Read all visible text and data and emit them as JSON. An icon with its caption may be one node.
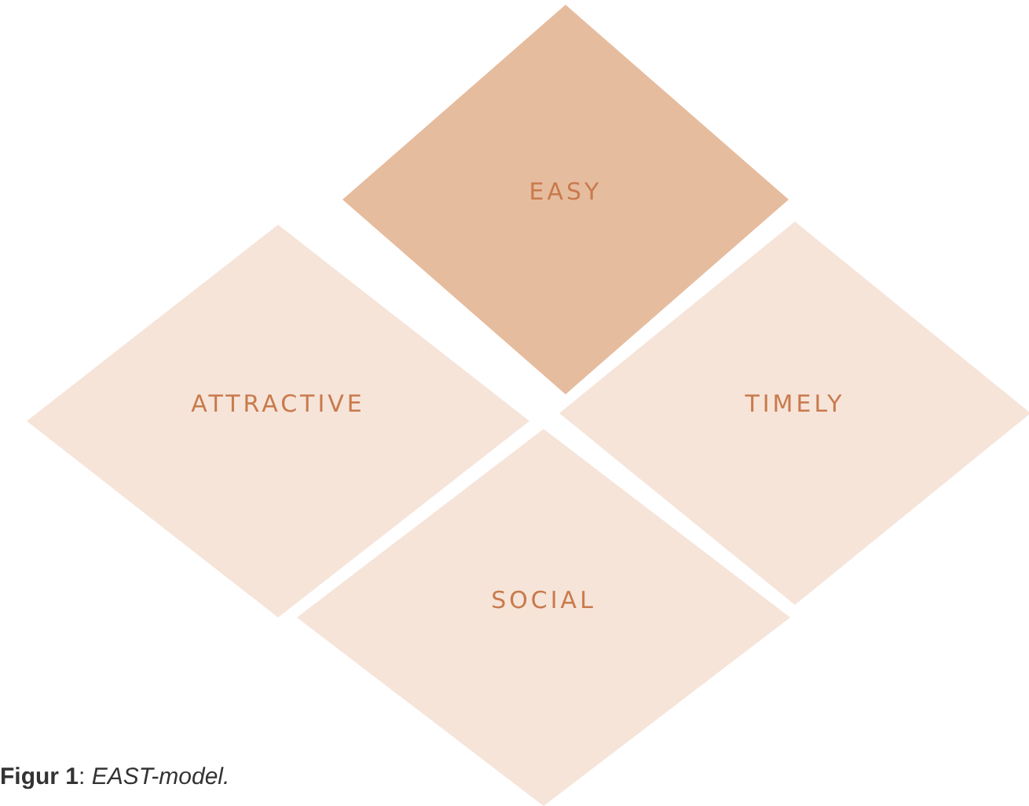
{
  "diagram": {
    "caption": "**Figur 1**: *EAST-model.*",
    "nodes": [
      {
        "text": [
          "EASY"
        ]
      },
      {
        "text": [
          "ATTRACTIVE"
        ]
      },
      {
        "text": [
          "TIMELY"
        ]
      },
      {
        "text": [
          "SOCIAL"
        ]
      }
    ]
  }
}
